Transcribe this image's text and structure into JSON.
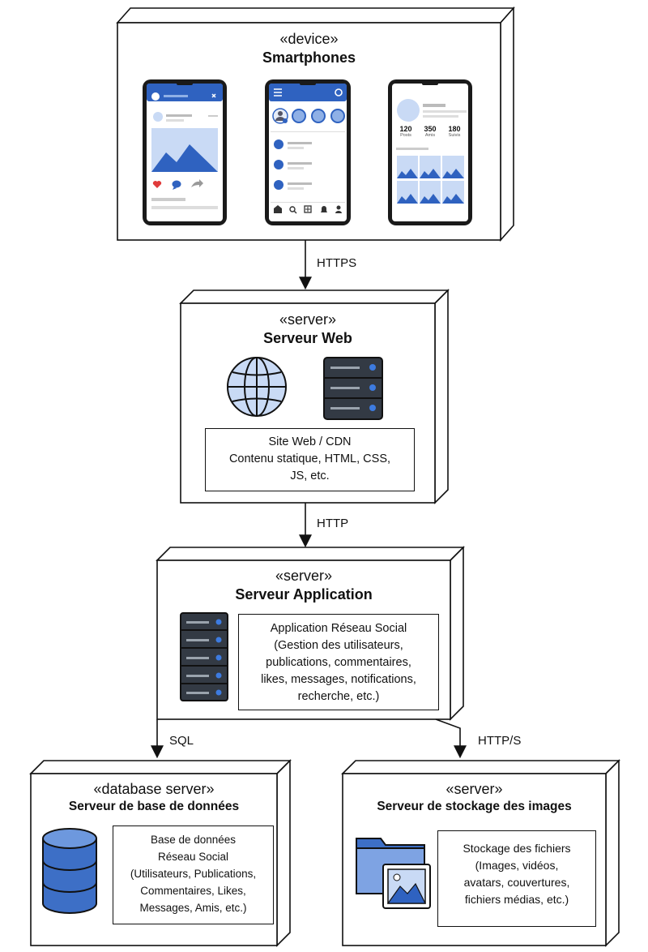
{
  "nodes": {
    "smartphones": {
      "stereotype": "«device»",
      "name": "Smartphones"
    },
    "web_server": {
      "stereotype": "«server»",
      "name": "Serveur Web"
    },
    "app_server": {
      "stereotype": "«server»",
      "name": "Serveur Application"
    },
    "db_server": {
      "stereotype": "«database server»",
      "name": "Serveur de base de données"
    },
    "storage_server": {
      "stereotype": "«server»",
      "name": "Serveur de stockage des images"
    }
  },
  "artifacts": {
    "web": [
      "Site Web / CDN",
      "Contenu statique, HTML, CSS,",
      "JS, etc."
    ],
    "app": [
      "Application Réseau Social",
      "(Gestion des utilisateurs,",
      "publications, commentaires,",
      "likes, messages, notifications,",
      "recherche, etc.)"
    ],
    "db": [
      "Base de données",
      "Réseau Social",
      "(Utilisateurs, Publications,",
      "Commentaires, Likes,",
      "Messages, Amis, etc.)"
    ],
    "storage": [
      "Stockage des fichiers",
      "(Images, vidéos,",
      "avatars, couvertures,",
      "fichiers médias, etc.)"
    ]
  },
  "connections": {
    "phones_to_web": "HTTPS",
    "web_to_app": "HTTP",
    "app_to_db": "SQL",
    "app_to_storage": "HTTP/S"
  },
  "phone_profile": {
    "posts_count": "120",
    "posts_label": "Posts",
    "friends_count": "350",
    "friends_label": "Amis",
    "following_count": "180",
    "following_label": "Suivis"
  },
  "colors": {
    "accent": "#2f62c0",
    "accent_light": "#c9daf5",
    "server_dark": "#333a44",
    "line": "#111111"
  },
  "icons": [
    "globe-icon",
    "server-rack-icon",
    "database-icon",
    "folder-image-icon",
    "document-icon",
    "heart-icon",
    "comment-icon",
    "share-icon",
    "home-icon",
    "search-icon",
    "bell-icon",
    "user-icon"
  ]
}
